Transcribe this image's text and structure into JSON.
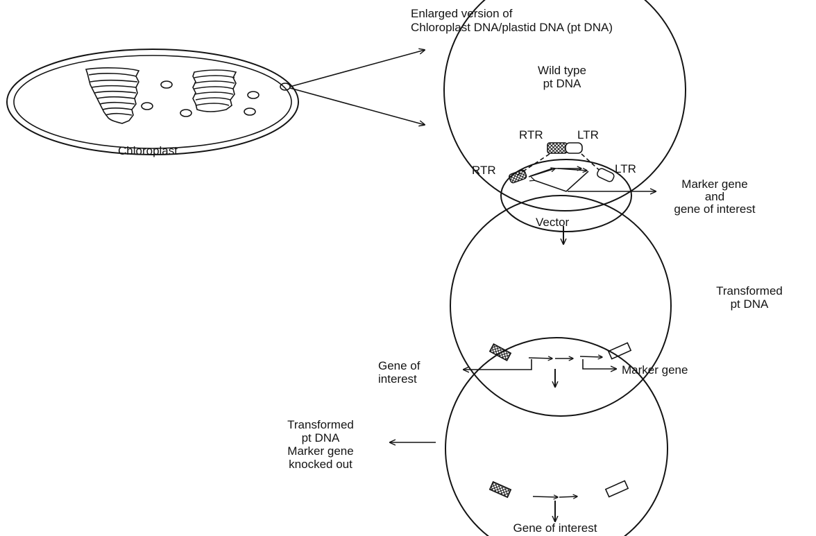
{
  "labels": {
    "enlarged_line1": "Enlarged version of",
    "enlarged_line2": "Chloroplast DNA/plastid DNA (pt DNA)",
    "chloroplast": "Chloroplast",
    "wild_type_line1": "Wild type",
    "wild_type_line2": "pt DNA",
    "rtr_top": "RTR",
    "ltr_top": "LTR",
    "rtr_vector": "RTR",
    "ltr_vector": "LTR",
    "marker_line1": "Marker gene",
    "marker_line2": "and",
    "marker_line3": "gene of interest",
    "vector": "Vector",
    "transformed_line1": "Transformed",
    "transformed_line2": "pt DNA",
    "gene_of_interest_line1": "Gene of",
    "gene_of_interest_line2": "interest",
    "marker_gene": "Marker gene",
    "ko_line1": "Transformed",
    "ko_line2": "pt DNA",
    "ko_line3": "Marker gene",
    "ko_line4": "knocked out",
    "final_gene_of_interest": "Gene of interest"
  },
  "icons": {
    "hatched_segment": "cross-hatched-rectangle",
    "open_segment": "open-rectangle",
    "arrows": "open-arrowhead"
  },
  "colors": {
    "ink": "#141414",
    "background": "#ffffff"
  }
}
